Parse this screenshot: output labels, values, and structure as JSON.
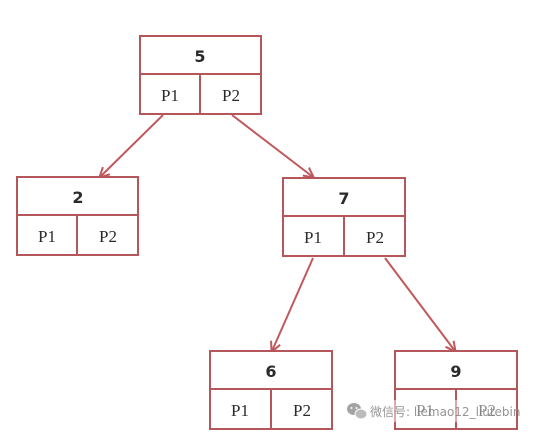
{
  "tree": {
    "nodes": [
      {
        "id": "n5",
        "key": "5",
        "left_label": "P1",
        "right_label": "P2"
      },
      {
        "id": "n2",
        "key": "2",
        "left_label": "P1",
        "right_label": "P2"
      },
      {
        "id": "n7",
        "key": "7",
        "left_label": "P1",
        "right_label": "P2"
      },
      {
        "id": "n6",
        "key": "6",
        "left_label": "P1",
        "right_label": "P2"
      },
      {
        "id": "n9",
        "key": "9",
        "left_label": "P1",
        "right_label": "P2"
      }
    ],
    "edges": [
      {
        "from": "n5",
        "via": "P1",
        "to": "n2"
      },
      {
        "from": "n5",
        "via": "P2",
        "to": "n7"
      },
      {
        "from": "n7",
        "via": "P1",
        "to": "n6"
      },
      {
        "from": "n7",
        "via": "P2",
        "to": "n9"
      }
    ]
  },
  "watermark": {
    "text": "微信号: liemao12_liutebin",
    "icon": "wechat-icon"
  },
  "colors": {
    "border": "#b5565a",
    "arrow": "#c0585c",
    "text": "#2a2a2a"
  }
}
